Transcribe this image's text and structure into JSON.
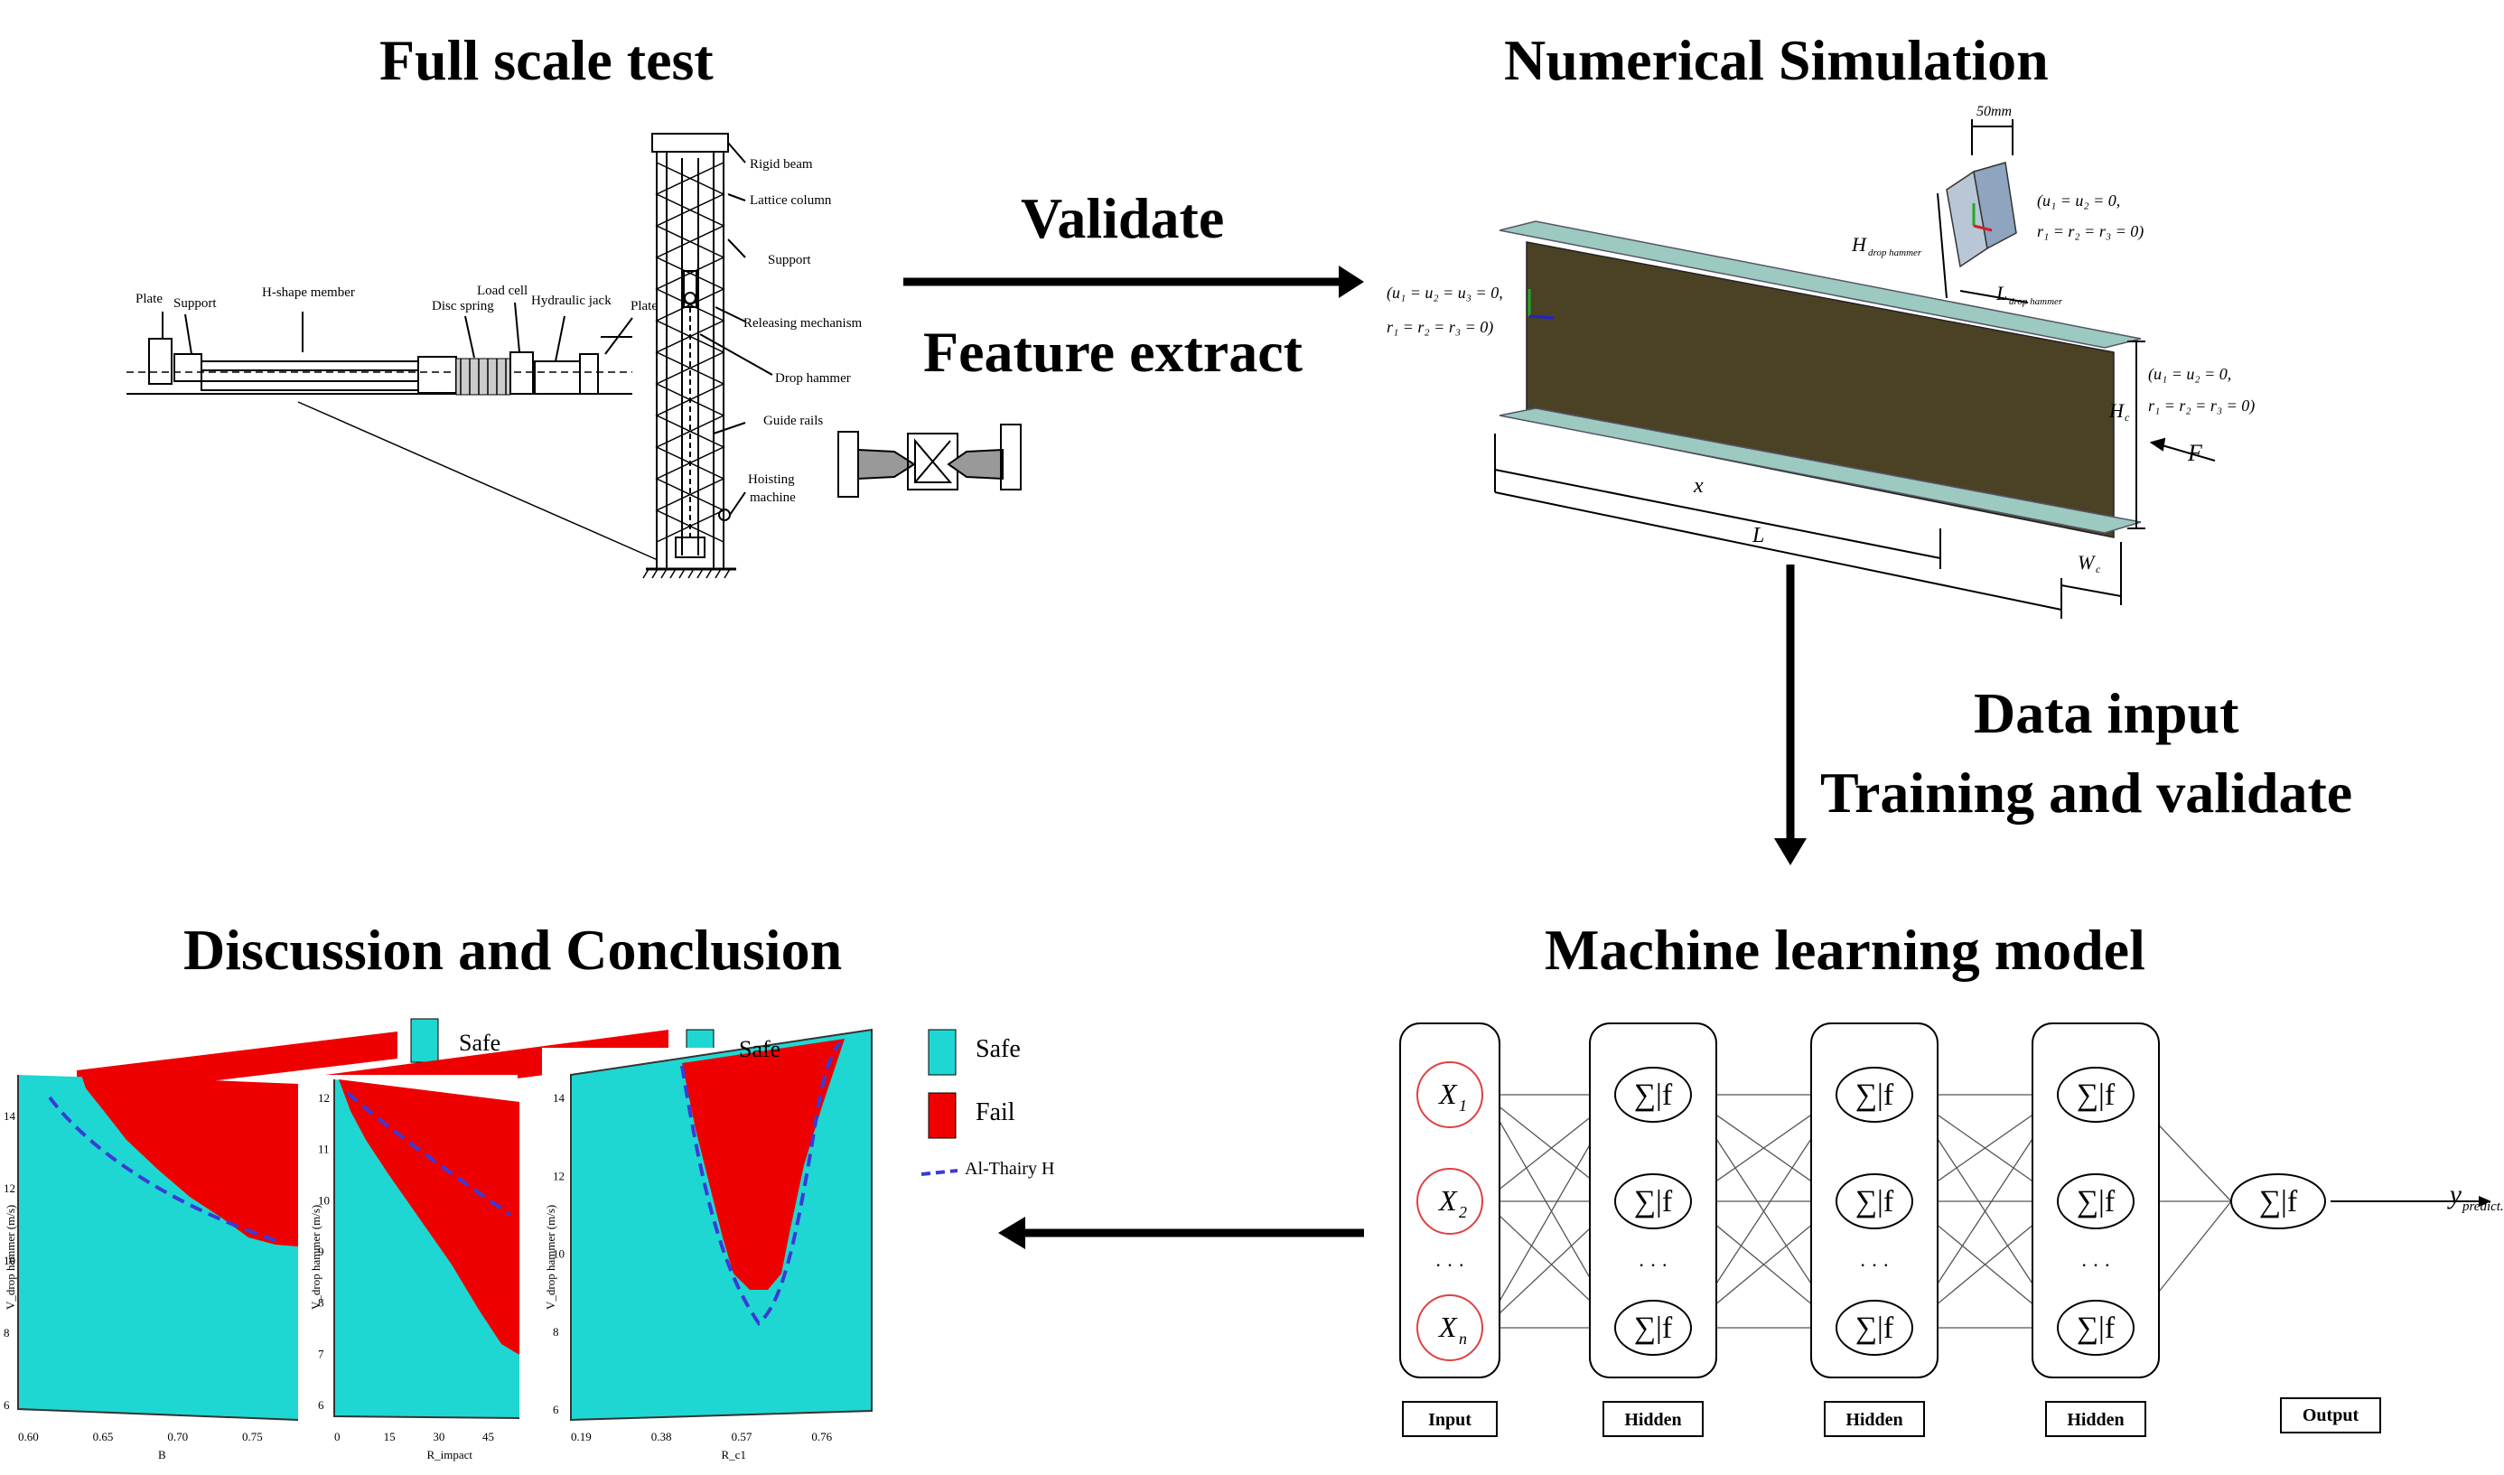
{
  "titles": {
    "full_scale": "Full scale test",
    "numerical": "Numerical Simulation",
    "discussion": "Discussion and Conclusion",
    "ml_model": "Machine learning model"
  },
  "arrows": {
    "validate": "Validate",
    "feature_extract": "Feature extract",
    "data_input": "Data input",
    "training": "Training and validate"
  },
  "test_rig": {
    "labels": {
      "rigid_beam": "Rigid beam",
      "lattice_column": "Lattice column",
      "support_top": "Support",
      "releasing": "Releasing mechanism",
      "drop_hammer": "Drop hammer",
      "guide_rails": "Guide rails",
      "hoisting": "Hoisting",
      "machine": "machine",
      "plate_left": "Plate",
      "support_left": "Support",
      "h_shape": "H-shape member",
      "load_cell": "Load cell",
      "disc_spring": "Disc spring",
      "hydraulic": "Hydraulic jack",
      "plate_right": "Plate"
    }
  },
  "fem": {
    "dim_50mm": "50mm",
    "bc_top": "(u₁ = u₂ = 0,",
    "bc_top2": "r₁ = r₂ = r₃ = 0)",
    "bc_left": "(u₁ = u₂ = u₃ = 0,",
    "bc_left2": "r₁ = r₂ = r₃ = 0)",
    "bc_right": "(u₁ = u₂ = 0,",
    "bc_right2": "r₁ = r₂ = r₃ = 0)",
    "h_hammer": "H",
    "h_hammer_sub": "drop hammer",
    "l_hammer": "L",
    "l_hammer_sub": "drop hammer",
    "h_c": "H",
    "h_c_sub": "c",
    "w_c": "W",
    "w_c_sub": "c",
    "x": "x",
    "L": "L",
    "F": "F"
  },
  "network": {
    "inputs": [
      "X",
      "X",
      "X"
    ],
    "input_subs": [
      "1",
      "2",
      "n"
    ],
    "dots": "· · ·",
    "neuron": "∑|f",
    "output_label": "y",
    "output_sub": "predict.s",
    "layer_labels": [
      "Input",
      "Hidden",
      "Hidden",
      "Hidden",
      "Output"
    ]
  },
  "maps": {
    "legend": {
      "safe": "Safe",
      "fail": "Fail",
      "al_thairy": "Al-Thairy H"
    },
    "behind_safe_1": "Safe",
    "behind_safe_2": "Safe",
    "panel1": {
      "ylabel": "V_drop hammer (m/s)",
      "xlabel": "B",
      "yticks": [
        "14",
        "12",
        "10",
        "8",
        "6"
      ],
      "xticks": [
        "0.60",
        "0.65",
        "0.70",
        "0.75"
      ]
    },
    "panel2": {
      "ylabel": "V_drop hammer (m/s)",
      "xlabel": "R_impact",
      "yticks": [
        "12",
        "11",
        "10",
        "9",
        "8",
        "7",
        "6"
      ],
      "xticks": [
        "0",
        "15",
        "30",
        "45"
      ]
    },
    "panel3": {
      "ylabel": "V_drop hammer (m/s)",
      "xlabel": "R_c1",
      "yticks": [
        "14",
        "12",
        "10",
        "8",
        "6"
      ],
      "xticks": [
        "0.19",
        "0.38",
        "0.57",
        "0.76"
      ]
    }
  },
  "colors": {
    "safe": "#1fd7d2",
    "fail": "#ef0000",
    "boundary": "#3b3bd6",
    "flange": "#9cc9c0",
    "web": "#4b4226"
  }
}
